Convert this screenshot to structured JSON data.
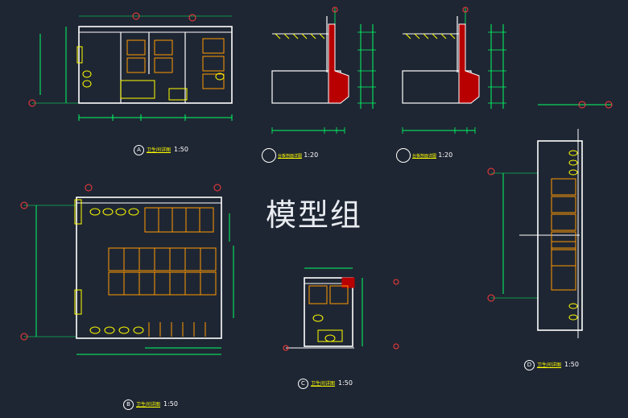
{
  "watermark": "模型组",
  "colors": {
    "background": "#1f2633",
    "wall": "#ffffff",
    "fixture": "#ffff00",
    "partition": "#ff9900",
    "dimension": "#00ff66",
    "grid": "#ff3b3b",
    "hatch": "#b80000",
    "text": "#ffffff"
  },
  "views": {
    "a": {
      "id": "A",
      "label": "卫生间详图",
      "scale": "1:50"
    },
    "b": {
      "id": "B",
      "label": "卫生间详图",
      "scale": "1:50"
    },
    "c": {
      "id": "C",
      "label": "卫生间详图",
      "scale": "1:50"
    },
    "d": {
      "id": "D",
      "label": "卫生间详图",
      "scale": "1:50"
    },
    "s1": {
      "label": "台板剖面详图",
      "scale": "1:20"
    },
    "s2": {
      "label": "台板剖面详图",
      "scale": "1:20"
    }
  }
}
